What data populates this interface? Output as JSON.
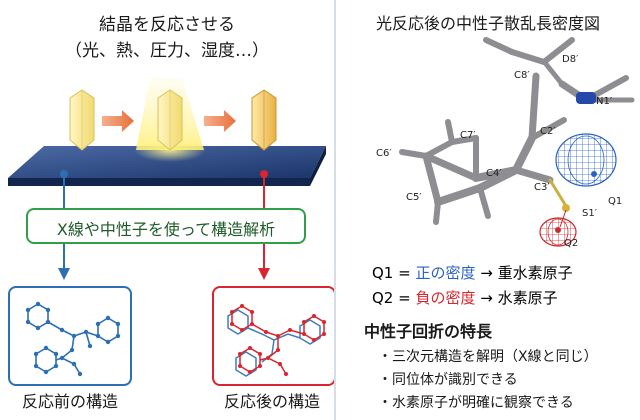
{
  "left": {
    "title": "結晶を反応させる",
    "subtitle": "（光、熱、圧力、湿度…）",
    "analysis_label": "X線や中性子を使って構造解析",
    "before_caption": "反応前の構造",
    "after_caption": "反応後の構造"
  },
  "right": {
    "title": "光反応後の中性子散乱長密度図",
    "atom_labels": [
      "D8′",
      "C8′",
      "N1′",
      "C2′",
      "C6′",
      "C7′",
      "C4′",
      "C3′",
      "C5′",
      "S1′",
      "Q1",
      "Q2"
    ],
    "legend": {
      "q1": {
        "prefix": "Q1 = ",
        "density": "正の密度",
        "arrow": " → ",
        "result": "重水素原子"
      },
      "q2": {
        "prefix": "Q2 = ",
        "density": "負の密度",
        "arrow": " → ",
        "result": "水素原子"
      }
    },
    "features_heading": "中性子回折の特長",
    "features": [
      "・三次元構造を解明（X線と同じ）",
      "・同位体が識別できる",
      "・水素原子が明確に観察できる"
    ]
  },
  "colors": {
    "positive_density": "#2b63c5",
    "negative_density": "#d9252f",
    "analysis_frame": "#2fa049",
    "slab": "#1c3a6e",
    "crystal": "#f6e79a",
    "reacted_crystal": "#f0c75a"
  }
}
